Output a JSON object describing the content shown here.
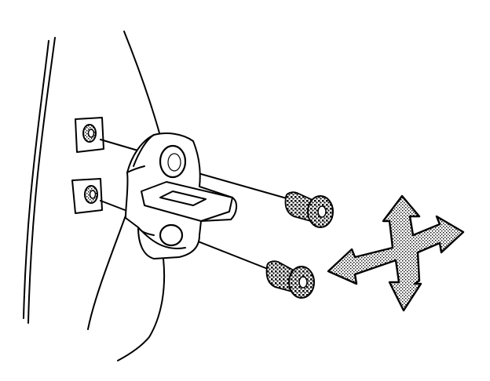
{
  "figure": {
    "subject": "door-check-strap-bracket-exploded-view",
    "parts": [
      "door-pillar-edge",
      "door-panel-edge",
      "weld-nut-plate-upper",
      "weld-nut-plate-lower",
      "check-strap-bracket",
      "bolt-upper",
      "bolt-lower",
      "adjustment-direction-arrows"
    ]
  },
  "colors": {
    "ink": "#000000",
    "paper": "#ffffff",
    "stipple": "#9a9a9a"
  }
}
